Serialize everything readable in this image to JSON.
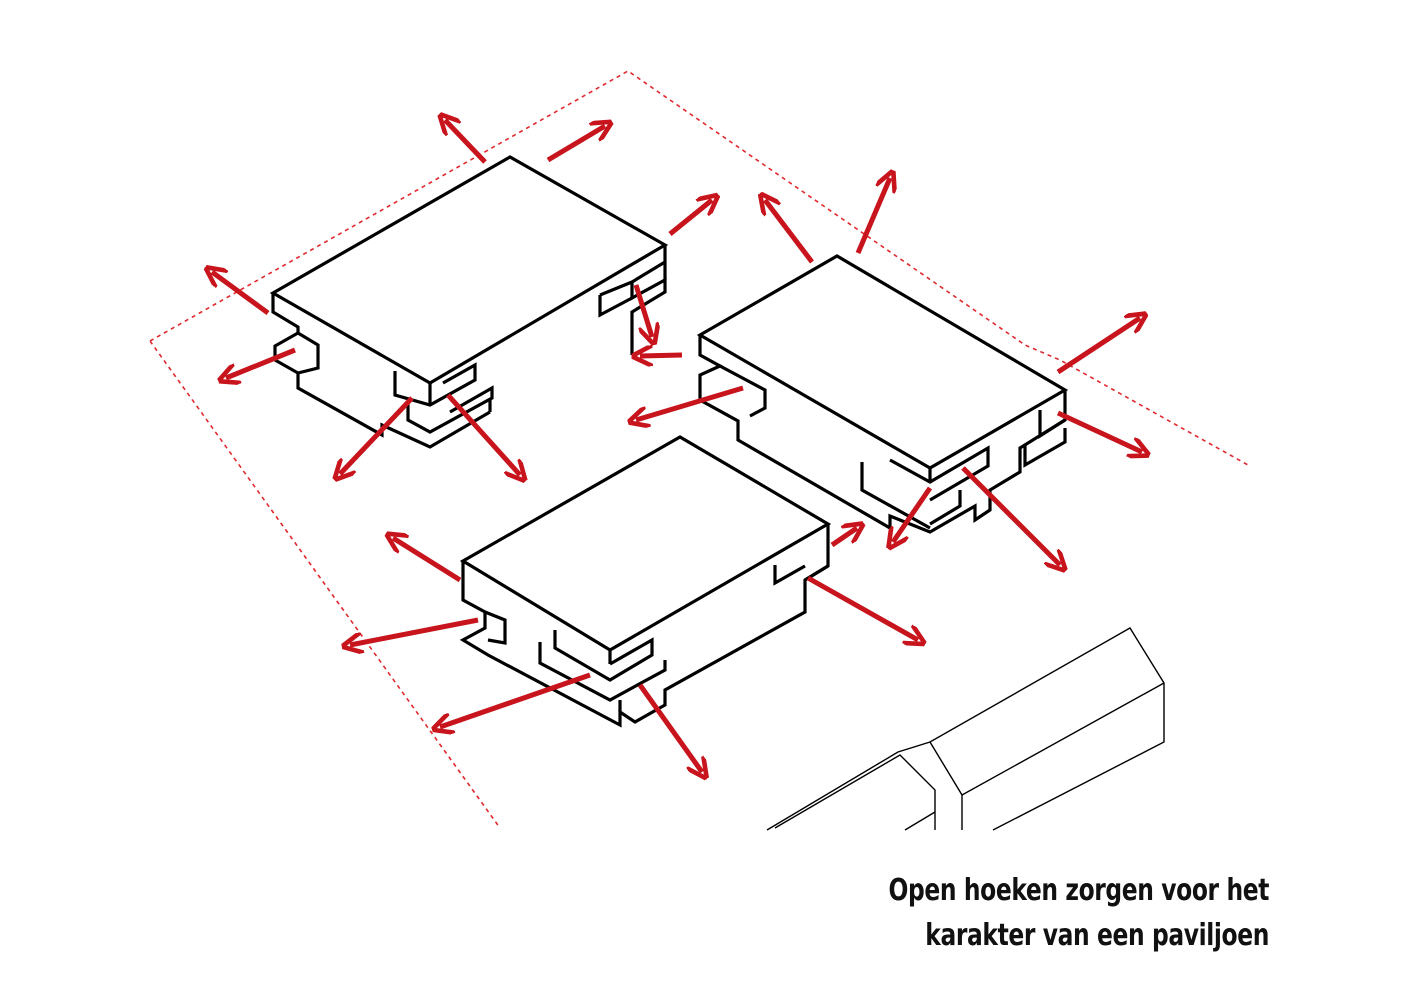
{
  "caption": {
    "line1": "Open hoeken zorgen voor  het",
    "line2": "karakter van een paviljoen"
  },
  "colors": {
    "arrow": "#c8141c",
    "boundary": "#e0282e",
    "outline": "#000000",
    "background": "#ffffff"
  },
  "elements": {
    "buildings": [
      "pavilion-north",
      "pavilion-east",
      "pavilion-south"
    ],
    "context": "existing-building",
    "site": "plot-boundary"
  }
}
